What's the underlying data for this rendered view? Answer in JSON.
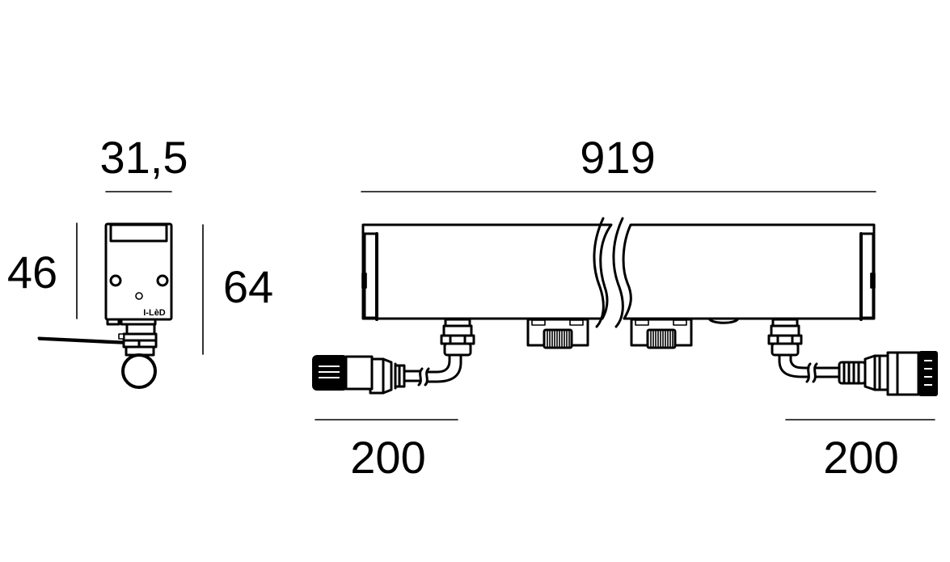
{
  "drawing": {
    "subject": "Linear LED luminaire with cable connectors",
    "colors": {
      "line": "#000000",
      "background": "#ffffff"
    },
    "end_view": {
      "width_label": "31,5",
      "body_height_label": "46",
      "total_height_label": "64",
      "logo_text": "I-LèD"
    },
    "side_view": {
      "length_label": "919",
      "left_cable_label": "200",
      "right_cable_label": "200"
    }
  }
}
